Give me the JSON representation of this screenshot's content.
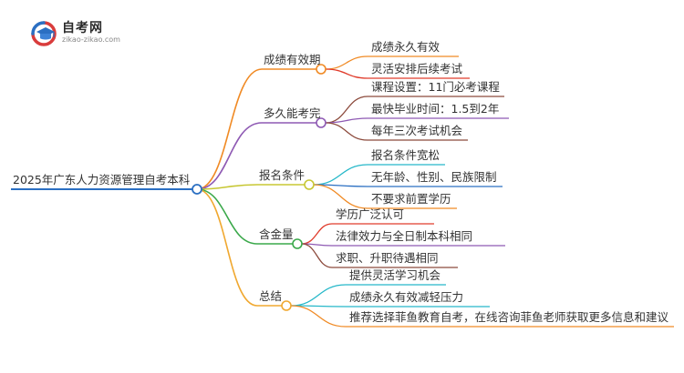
{
  "logo": {
    "title": "自考网",
    "subtitle": "zikao-zikao.com",
    "icon": "graduation-cap-icon"
  },
  "mindmap": {
    "root": "2025年广东人力资源管理自考本科",
    "branches": [
      {
        "label": "成绩有效期",
        "color": "#f08a24",
        "children": [
          {
            "label": "成绩永久有效",
            "color": "#f08a24"
          },
          {
            "label": "灵活安排后续考试",
            "color": "#e03c2c"
          }
        ]
      },
      {
        "label": "多久能考完",
        "color": "#8e59b3",
        "children": [
          {
            "label": "课程设置：11门必考课程",
            "color": "#8c4a3c"
          },
          {
            "label": "最快毕业时间：1.5到2年",
            "color": "#8e59b3"
          },
          {
            "label": "每年三次考试机会",
            "color": "#8c4a3c"
          }
        ]
      },
      {
        "label": "报名条件",
        "color": "#c7c733",
        "children": [
          {
            "label": "报名条件宽松",
            "color": "#26b8c9"
          },
          {
            "label": "无年龄、性别、民族限制",
            "color": "#2b6fc2"
          },
          {
            "label": "不要求前置学历",
            "color": "#f08a24"
          }
        ]
      },
      {
        "label": "含金量",
        "color": "#3aa84a",
        "children": [
          {
            "label": "学历广泛认可",
            "color": "#e03c2c"
          },
          {
            "label": "法律效力与全日制本科相同",
            "color": "#8e59b3"
          },
          {
            "label": "求职、升职待遇相同",
            "color": "#8c4a3c"
          }
        ]
      },
      {
        "label": "总结",
        "color": "#f0a830",
        "children": [
          {
            "label": "提供灵活学习机会",
            "color": "#26b8c9"
          },
          {
            "label": "成绩永久有效减轻压力",
            "color": "#26b8c9"
          },
          {
            "label": "推荐选择菲鱼教育自考，在线咨询菲鱼老师获取更多信息和建议",
            "color": "#f08a24"
          }
        ]
      }
    ],
    "root_color": "#2b6fc2"
  }
}
